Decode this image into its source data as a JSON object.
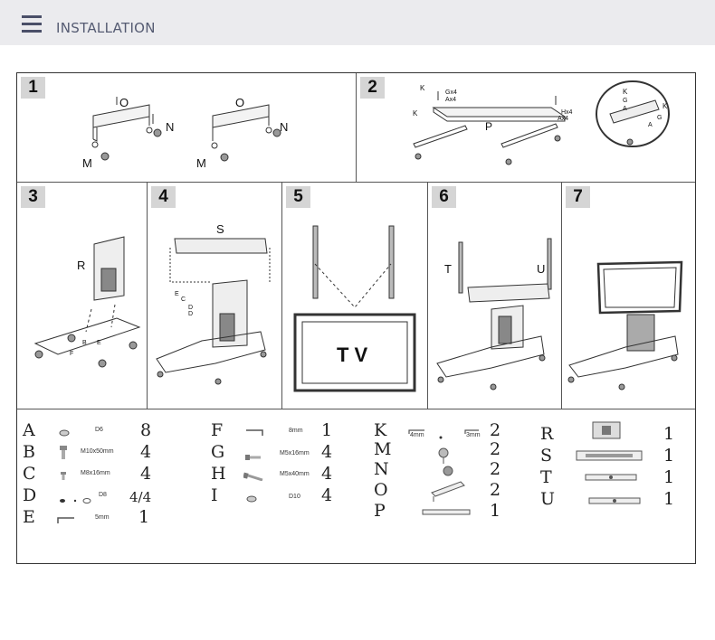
{
  "header": {
    "title": "INSTALLATION",
    "menu_icon": "hamburger-menu-icon"
  },
  "steps": [
    {
      "number": "1",
      "labels": [
        "O",
        "N",
        "M",
        "O",
        "N",
        "M"
      ]
    },
    {
      "number": "2",
      "labels": [
        "K",
        "Gx4",
        "Ax4",
        "K",
        "P",
        "Hx4",
        "Ax4",
        "K",
        "G",
        "A",
        "K",
        "G",
        "A"
      ]
    },
    {
      "number": "3",
      "labels": [
        "R",
        "B",
        "F",
        "E"
      ]
    },
    {
      "number": "4",
      "labels": [
        "S",
        "E",
        "C",
        "D",
        "D"
      ]
    },
    {
      "number": "5",
      "labels": [
        "T V"
      ]
    },
    {
      "number": "6",
      "labels": [
        "T",
        "U"
      ]
    },
    {
      "number": "7",
      "labels": []
    }
  ],
  "parts": {
    "col1": [
      {
        "letter": "A",
        "size": "D6",
        "qty": "8"
      },
      {
        "letter": "B",
        "size": "M10x50mm",
        "qty": "4"
      },
      {
        "letter": "C",
        "size": "M8x16mm",
        "qty": "4"
      },
      {
        "letter": "D",
        "size": "D8",
        "qty": "4/4"
      },
      {
        "letter": "E",
        "size": "5mm",
        "qty": "1"
      }
    ],
    "col2": [
      {
        "letter": "F",
        "size": "8mm",
        "qty": "1"
      },
      {
        "letter": "G",
        "size": "M5x16mm",
        "qty": "4"
      },
      {
        "letter": "H",
        "size": "M5x40mm",
        "qty": "4"
      },
      {
        "letter": "I",
        "size": "D10",
        "qty": "4"
      }
    ],
    "col3": [
      {
        "letter": "K",
        "size_a": "4mm",
        "size_b": "3mm",
        "qty": "2"
      },
      {
        "letter": "M",
        "qty": "2"
      },
      {
        "letter": "N",
        "qty": "2"
      },
      {
        "letter": "O",
        "qty": "2"
      },
      {
        "letter": "P",
        "qty": "1"
      }
    ],
    "col4": [
      {
        "letter": "R",
        "qty": "1"
      },
      {
        "letter": "S",
        "qty": "1"
      },
      {
        "letter": "T",
        "qty": "1"
      },
      {
        "letter": "U",
        "qty": "1"
      }
    ]
  }
}
